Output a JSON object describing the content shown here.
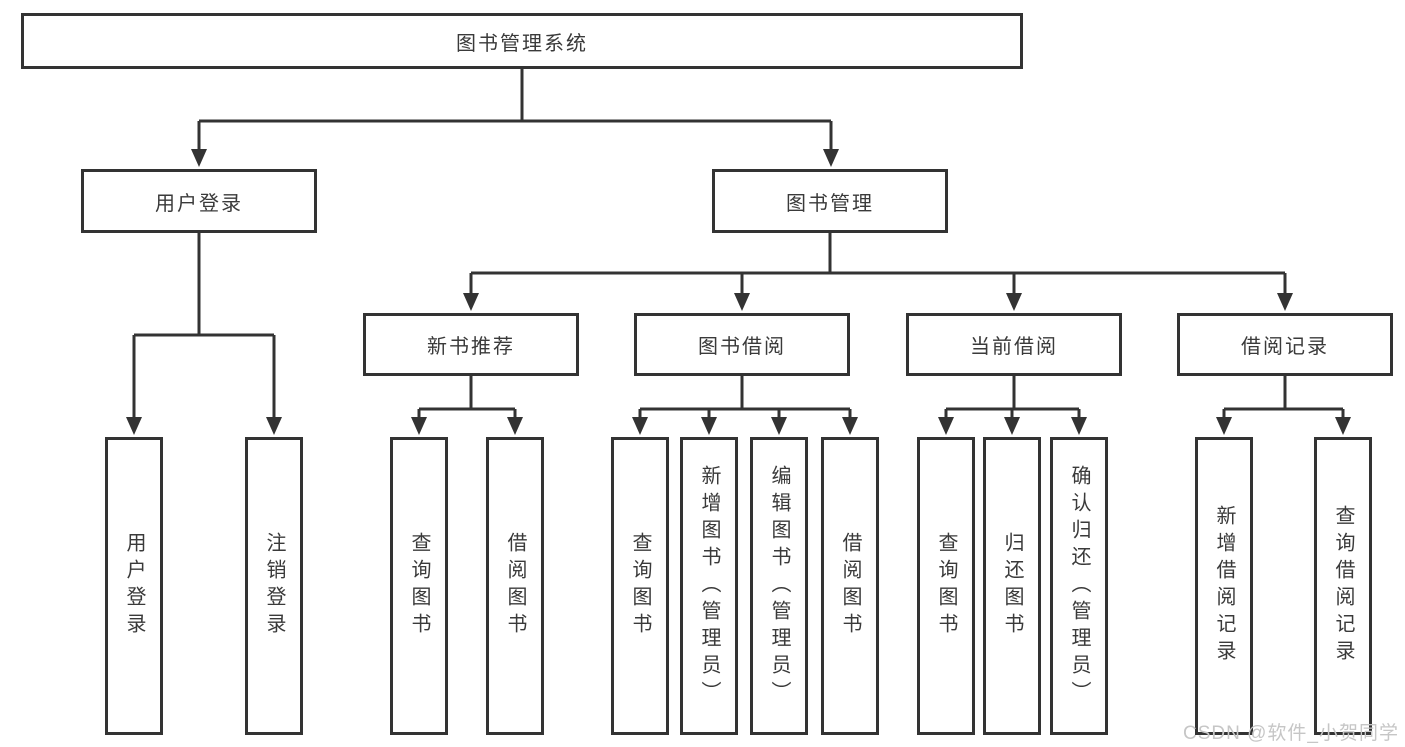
{
  "title": "图书管理系统",
  "watermark": "CSDN @软件_小贺同学",
  "colors": {
    "line": "#333333",
    "text": "#3a3a3a",
    "watermark": "#c6c6c6",
    "background": "#ffffff"
  },
  "tree": {
    "label": "图书管理系统",
    "children": [
      {
        "label": "用户登录",
        "children": [
          {
            "label": "用户登录"
          },
          {
            "label": "注销登录"
          }
        ]
      },
      {
        "label": "图书管理",
        "children": [
          {
            "label": "新书推荐",
            "children": [
              {
                "label": "查询图书"
              },
              {
                "label": "借阅图书"
              }
            ]
          },
          {
            "label": "图书借阅",
            "children": [
              {
                "label": "查询图书"
              },
              {
                "label": "新增图书（管理员）"
              },
              {
                "label": "编辑图书（管理员）"
              },
              {
                "label": "借阅图书"
              }
            ]
          },
          {
            "label": "当前借阅",
            "children": [
              {
                "label": "查询图书"
              },
              {
                "label": "归还图书"
              },
              {
                "label": "确认归还（管理员）"
              }
            ]
          },
          {
            "label": "借阅记录",
            "children": [
              {
                "label": "新增借阅记录"
              },
              {
                "label": "查询借阅记录"
              }
            ]
          }
        ]
      }
    ]
  }
}
